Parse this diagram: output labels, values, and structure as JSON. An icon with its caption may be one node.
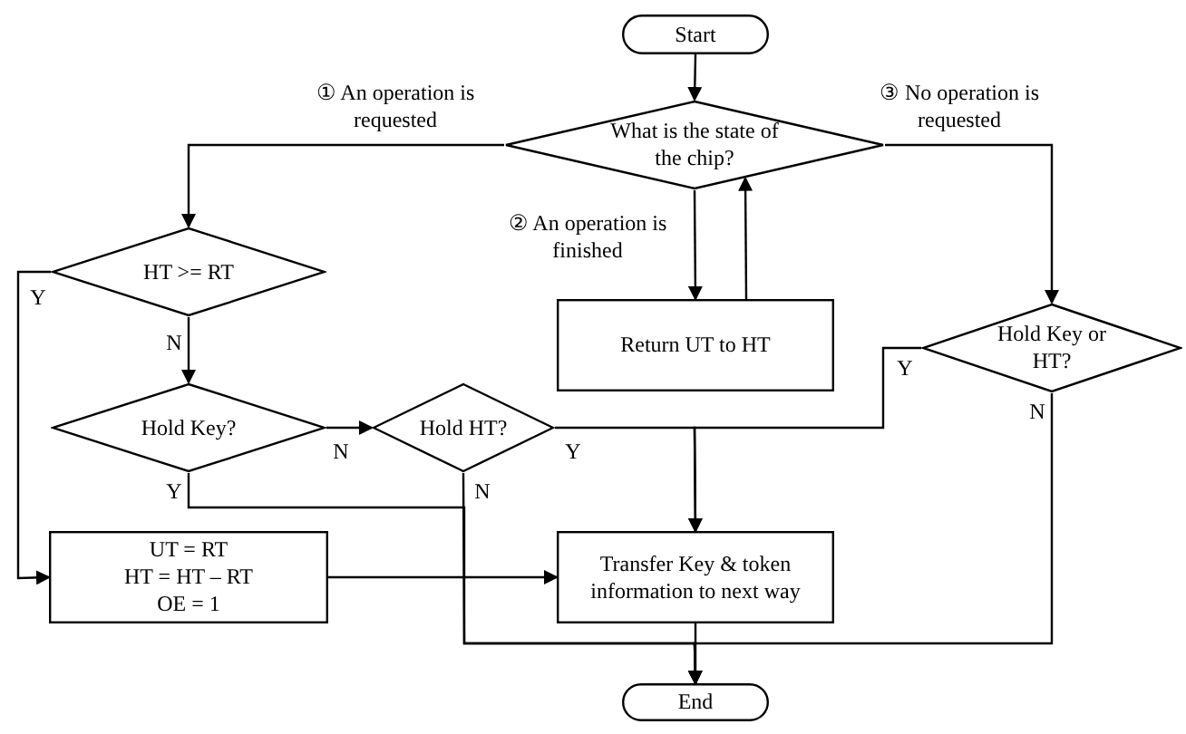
{
  "diagram": {
    "nodes": [
      {
        "text": [
          "Start"
        ]
      },
      {
        "text": [
          "What is the state of the chip?"
        ]
      },
      {
        "text": [
          "HT >= RT"
        ]
      },
      {
        "text": [
          "Return UT to HT"
        ]
      },
      {
        "text": [
          "Hold Key or HT?"
        ]
      },
      {
        "text": [
          "Hold Key?"
        ]
      },
      {
        "text": [
          "Hold HT?"
        ]
      },
      {
        "text": [
          "UT = RT",
          "HT = HT – RT",
          "OE = 1"
        ]
      },
      {
        "text": [
          "Transfer Key & token information to next way"
        ]
      },
      {
        "text": [
          "End"
        ]
      }
    ],
    "edges": [
      {
        "from": 0,
        "to": 1,
        "arrow": "to"
      },
      {
        "from": 1,
        "to": 2,
        "arrow": "to",
        "label": "① An operation is requested"
      },
      {
        "from": 1,
        "to": 3,
        "arrow": "to",
        "label": "② An operation is finished"
      },
      {
        "from": 3,
        "to": 1,
        "arrow": "to"
      },
      {
        "from": 1,
        "to": 4,
        "arrow": "to",
        "label": "③ No operation is requested"
      },
      {
        "from": 2,
        "to": 7,
        "arrow": "to",
        "label": "Y"
      },
      {
        "from": 2,
        "to": 5,
        "arrow": "to",
        "label": "N"
      },
      {
        "from": 5,
        "to": 6,
        "arrow": "to",
        "label": "N"
      },
      {
        "from": 5,
        "to": 9,
        "arrow": "to",
        "label": "Y"
      },
      {
        "from": 6,
        "to": 8,
        "arrow": "to",
        "label": "Y"
      },
      {
        "from": 6,
        "to": 9,
        "arrow": "to",
        "label": "N"
      },
      {
        "from": 4,
        "to": 8,
        "arrow": "to",
        "label": "Y"
      },
      {
        "from": 4,
        "to": 9,
        "arrow": "to",
        "label": "N"
      },
      {
        "from": 7,
        "to": 8,
        "arrow": "to"
      },
      {
        "from": 8,
        "to": 9,
        "arrow": "to"
      }
    ]
  }
}
